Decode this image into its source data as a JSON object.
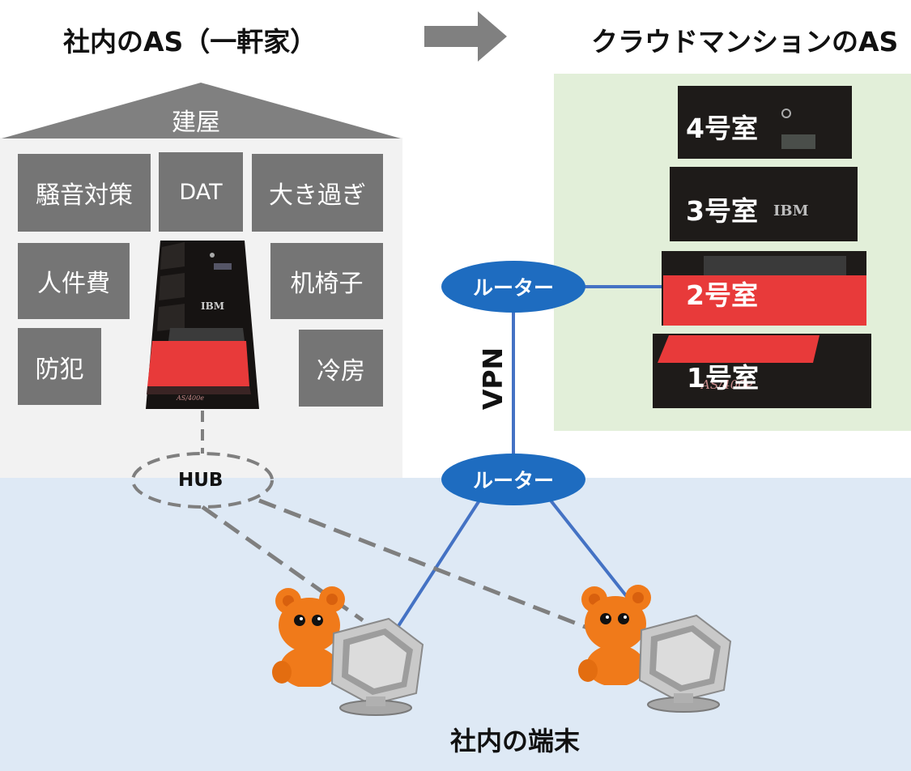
{
  "titles": {
    "left": "社内のAS（一軒家）",
    "right": "クラウドマンションのAS"
  },
  "house": {
    "roof_label": "建屋",
    "costs": [
      "騒音対策",
      "DAT",
      "大き過ぎ",
      "人件費",
      "机椅子",
      "防犯",
      "冷房"
    ],
    "server_brand": "IBM",
    "server_model": "AS/400e"
  },
  "hub": {
    "label": "HUB"
  },
  "mansion": {
    "floors": [
      "4号室",
      "3号室",
      "2号室",
      "1号室"
    ],
    "brand": "IBM",
    "model": "AS/400e"
  },
  "network": {
    "router_top": "ルーター",
    "router_bottom": "ルーター",
    "vpn_label": "VPN"
  },
  "footer": {
    "label": "社内の端末"
  },
  "colors": {
    "house_bg": "#f2f2f2",
    "roof": "#808080",
    "cost_box": "#757575",
    "mansion_bg": "#e2efd9",
    "office_bg": "#dee9f5",
    "router": "#1e6cc0",
    "link_line": "#4472c4",
    "dashed_line": "#7f7f7f",
    "bear": "#f07a1a",
    "server_red": "#e83a3a"
  },
  "icons": [
    "arrow-right-icon",
    "server-icon",
    "bear-icon",
    "crt-monitor-icon"
  ]
}
